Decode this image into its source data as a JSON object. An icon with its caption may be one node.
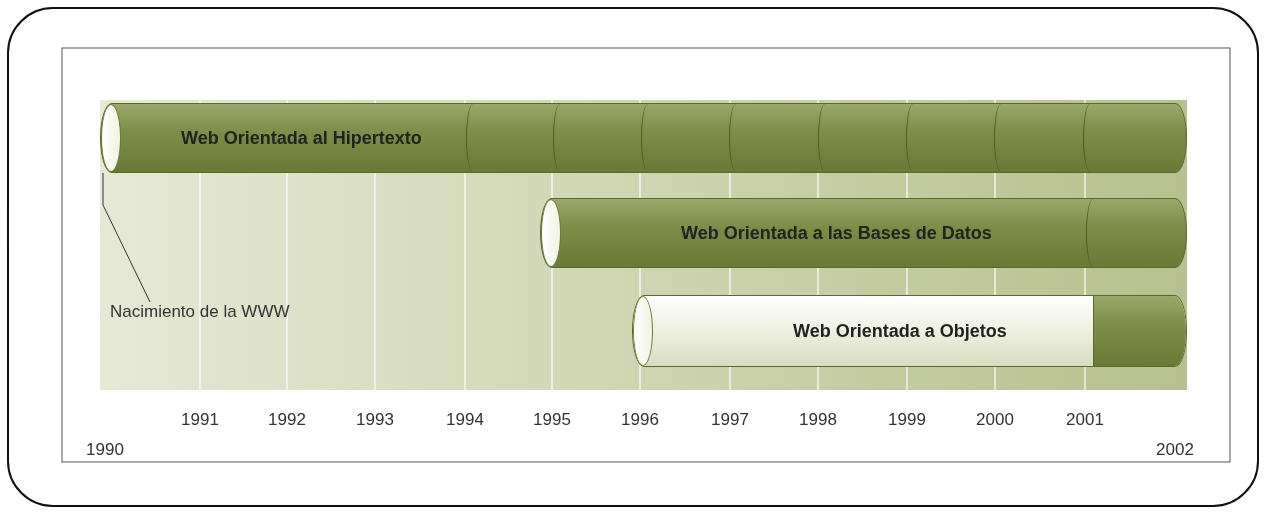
{
  "diagram": {
    "nodes": [
      {
        "text": [
          "Web Orientada al Hipertexto"
        ]
      },
      {
        "text": [
          "Web Orientada a las Bases de Datos"
        ]
      },
      {
        "text": [
          "Web Orientada a Objetos"
        ]
      },
      {
        "text": [],
        "shape": "bar",
        "in": 2
      },
      {
        "text": [
          "Nacimiento de la WWW"
        ]
      }
    ],
    "edges": [
      {
        "from": 4,
        "to": 0,
        "arrow": "none"
      }
    ],
    "labels": [
      "1991",
      "1992",
      "1993",
      "1994",
      "1995",
      "1996",
      "1997",
      "1998",
      "1999",
      "2000",
      "2001",
      "1990",
      "2002"
    ]
  }
}
